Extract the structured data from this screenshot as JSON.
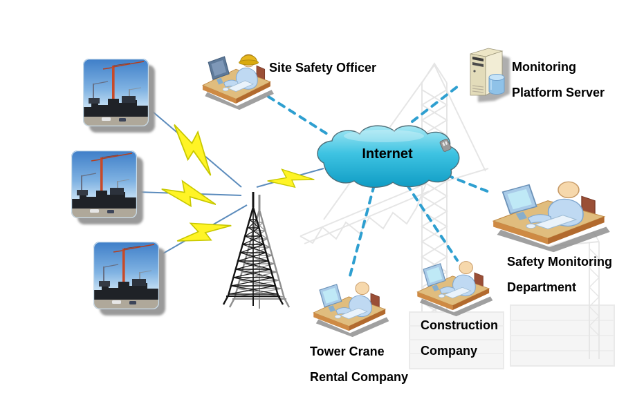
{
  "nodes": {
    "internet_cloud": {
      "label": "Internet",
      "icon": "internet-cloud-icon",
      "fill": "#2FBFE0"
    },
    "site_safety_officer": {
      "label": "Site Safety Officer",
      "icon": "worker-at-desk-icon"
    },
    "monitoring_platform_server": {
      "line1": "Monitoring",
      "line2": "Platform Server",
      "icon": "server-tower-icon"
    },
    "safety_monitoring_department": {
      "line1": "Safety Monitoring",
      "line2": "Department",
      "icon": "person-at-desk-icon"
    },
    "construction_company": {
      "line1": "Construction",
      "line2": "Company",
      "icon": "person-at-desk-icon"
    },
    "tower_crane_rental_company": {
      "line1": "Tower Crane",
      "line2": "Rental Company",
      "icon": "person-at-desk-icon"
    },
    "site_photos": {
      "count": 3,
      "icon": "tower-crane-site-photo"
    },
    "radio_tower": {
      "icon": "radio-tower-icon"
    }
  },
  "connections": [
    {
      "from": "site-photo-1",
      "to": "radio-tower",
      "type": "wireless-lightning"
    },
    {
      "from": "site-photo-2",
      "to": "radio-tower",
      "type": "wireless-lightning"
    },
    {
      "from": "site-photo-3",
      "to": "radio-tower",
      "type": "wireless-lightning"
    },
    {
      "from": "radio-tower",
      "to": "internet-cloud",
      "type": "wireless-lightning"
    },
    {
      "from": "internet-cloud",
      "to": "site-safety-officer",
      "type": "dashed"
    },
    {
      "from": "internet-cloud",
      "to": "monitoring-platform-server",
      "type": "dashed"
    },
    {
      "from": "internet-cloud",
      "to": "safety-monitoring-department",
      "type": "dashed"
    },
    {
      "from": "internet-cloud",
      "to": "construction-company",
      "type": "dashed"
    },
    {
      "from": "internet-cloud",
      "to": "tower-crane-rental-company",
      "type": "dashed"
    }
  ],
  "colors": {
    "background": "#FFFFFF",
    "label_text": "#000000",
    "dashed_link": "#2E9FD0",
    "lightning_fill": "#FFF426",
    "cloud_fill_top": "#A6E8F4",
    "cloud_fill_bottom": "#0F9CC4",
    "desk_wood": "#E0BD7E",
    "watermark": "#D8D8D8"
  }
}
